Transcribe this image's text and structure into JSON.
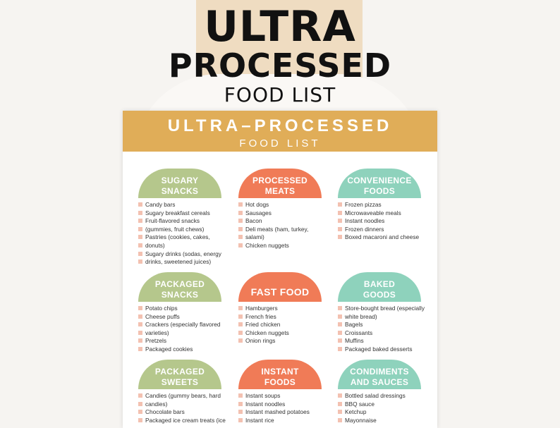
{
  "hero": {
    "line1": "ULTRA",
    "line2": "PROCESSED",
    "line3": "FOOD LIST"
  },
  "sheet": {
    "title": "ULTRA–PROCESSED",
    "subtitle": "FOOD LIST"
  },
  "categories": [
    {
      "title": "SUGARY\nSNACKS",
      "color": "#b5c78c",
      "items": [
        "Candy bars",
        "Sugary breakfast cereals",
        "Fruit-flavored snacks",
        "(gummies, fruit chews)",
        "Pastries (cookies, cakes,",
        "donuts)",
        "Sugary drinks (sodas, energy",
        "drinks, sweetened juices)"
      ]
    },
    {
      "title": "PROCESSED\nMEATS",
      "color": "#f07b57",
      "items": [
        "Hot dogs",
        "Sausages",
        "Bacon",
        "Deli meats (ham, turkey,",
        "salami)",
        "Chicken nuggets"
      ]
    },
    {
      "title": "CONVENIENCE\nFOODS",
      "color": "#8ed2bc",
      "items": [
        "Frozen pizzas",
        "Microwaveable meals",
        "Instant noodles",
        "Frozen dinners",
        "Boxed macaroni and cheese"
      ]
    },
    {
      "title": "PACKAGED\nSNACKS",
      "color": "#b5c78c",
      "items": [
        "Potato chips",
        "Cheese puffs",
        "Crackers (especially flavored",
        "varieties)",
        "Pretzels",
        "Packaged cookies"
      ]
    },
    {
      "title": "FAST FOOD",
      "color": "#f07b57",
      "items": [
        "Hamburgers",
        "French fries",
        "Fried chicken",
        "Chicken nuggets",
        "Onion rings"
      ]
    },
    {
      "title": "BAKED\nGOODS",
      "color": "#8ed2bc",
      "items": [
        "Store-bought bread (especially",
        "white bread)",
        "Bagels",
        "Croissants",
        "Muffins",
        "Packaged baked desserts"
      ]
    },
    {
      "title": "PACKAGED\nSWEETS",
      "color": "#b5c78c",
      "items": [
        "Candies (gummy bears, hard",
        "candies)",
        "Chocolate bars",
        "Packaged ice cream treats (ice"
      ]
    },
    {
      "title": "INSTANT\nFOODS",
      "color": "#f07b57",
      "items": [
        "Instant soups",
        "Instant noodles",
        "Instant mashed potatoes",
        "Instant rice"
      ]
    },
    {
      "title": "CONDIMENTS\nAND SAUCES",
      "color": "#8ed2bc",
      "items": [
        "Bottled salad dressings",
        "BBQ sauce",
        "Ketchup",
        "Mayonnaise"
      ]
    }
  ]
}
